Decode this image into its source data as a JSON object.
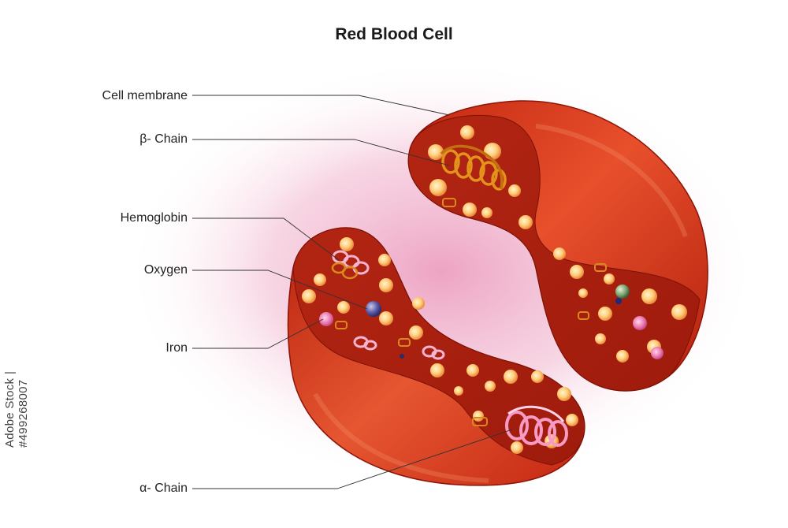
{
  "title": "Red Blood Cell",
  "labels": {
    "cell_membrane": "Cell membrane",
    "beta_chain": "β- Chain",
    "hemoglobin": "Hemoglobin",
    "oxygen": "Oxygen",
    "iron": "Iron",
    "alpha_chain": "α- Chain"
  },
  "stock": {
    "brand": "Adobe Stock",
    "separator": "|",
    "id": "#499268007"
  },
  "colors": {
    "glow": "#f2bcd3",
    "cell_outer": "#d4371c",
    "cell_inner": "#a81d0f",
    "membrane_edge": "#8c1408",
    "droplet": "#ffd38a",
    "oxygen": "#5a5a9e",
    "iron": "#e77bb0"
  }
}
